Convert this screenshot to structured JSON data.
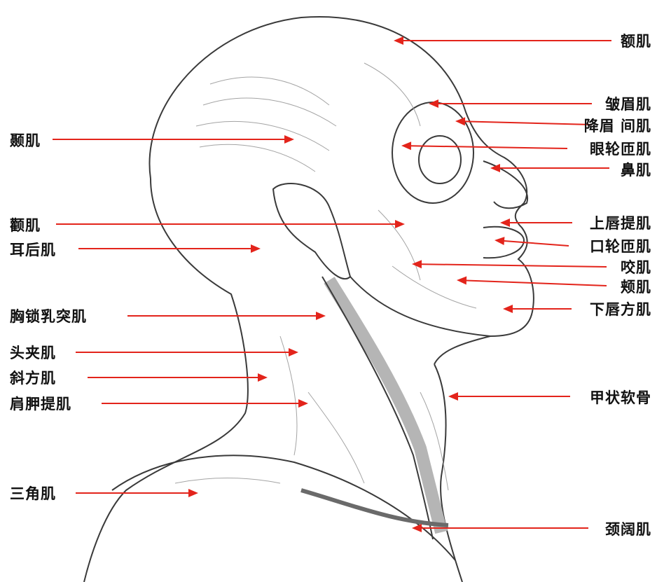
{
  "colors": {
    "arrow": "#e3241b",
    "ink": "#111111",
    "sketch": "#3a3a3a",
    "shade": "#9a9a9a"
  },
  "labels": {
    "left": {
      "temporalis": "颞肌",
      "zygomaticus": "颧肌",
      "auricularis_posterior": "耳后肌",
      "sternocleidomastoid": "胸锁乳突肌",
      "splenius_capitis": "头夹肌",
      "trapezius": "斜方肌",
      "levator_scapulae": "肩胛提肌",
      "deltoid": "三角肌"
    },
    "right": {
      "frontalis": "额肌",
      "corrugator": "皱眉肌",
      "procerus": "降眉 间肌",
      "orbicularis_oculi": "眼轮匝肌",
      "nasalis": "鼻肌",
      "levator_labii": "上唇提肌",
      "orbicularis_oris": "口轮匝肌",
      "masseter": "咬肌",
      "buccinator": "颊肌",
      "depressor_labii": "下唇方肌",
      "thyroid_cartilage": "甲状软骨",
      "platysma": "颈阔肌"
    }
  }
}
